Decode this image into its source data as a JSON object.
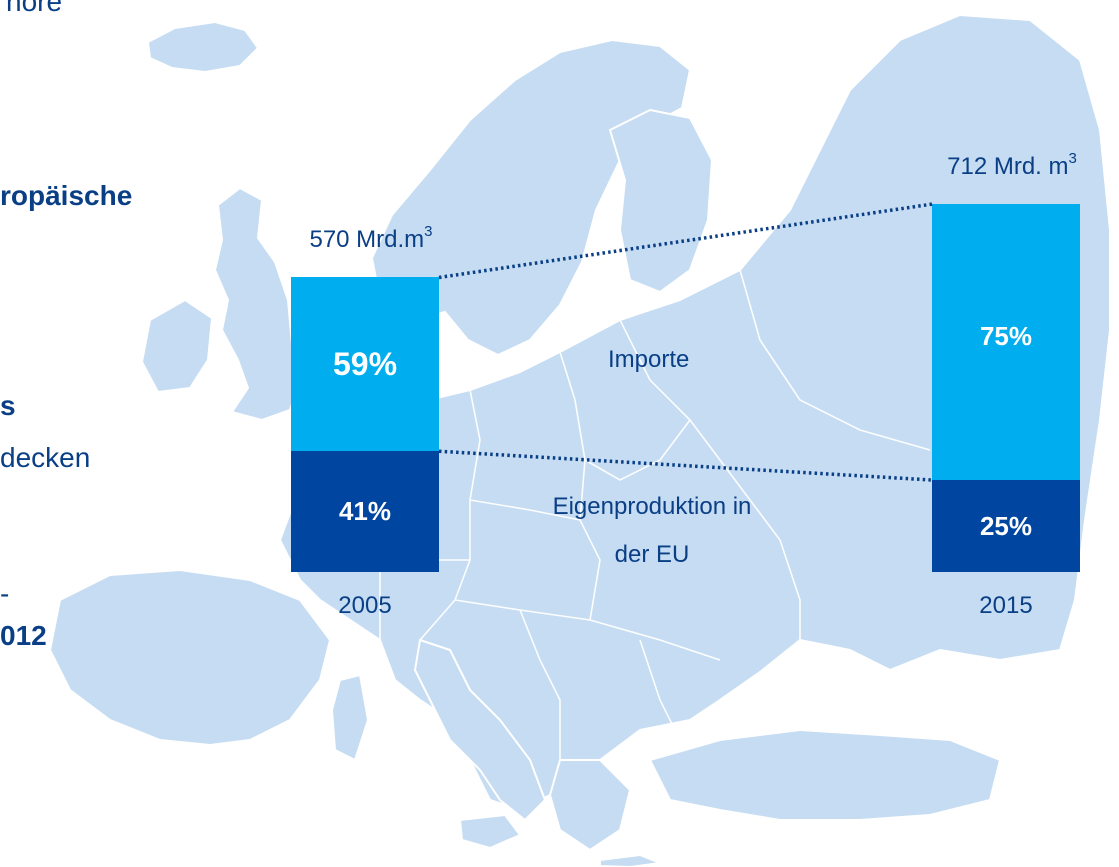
{
  "colors": {
    "map_fill": "#c5dcf2",
    "map_border": "#ffffff",
    "import_color": "#00adee",
    "production_color": "#0046a0",
    "text_color": "#0a3f86",
    "connector_color": "#0a3f86"
  },
  "side_text": {
    "line1": "nore",
    "line2": "ropäische",
    "line3": "s",
    "line4": "decken",
    "line5": "-",
    "line6": "012"
  },
  "annotations": {
    "imports": "Importe",
    "production_line1": "Eigenproduktion in",
    "production_line2": "der EU"
  },
  "chart_data": {
    "type": "bar",
    "stacked": true,
    "categories": [
      "2005",
      "2015"
    ],
    "totals": [
      {
        "value": 570,
        "label": "570 Mrd.m",
        "unit_exponent": "3"
      },
      {
        "value": 712,
        "label": "712 Mrd. m",
        "unit_exponent": "3"
      }
    ],
    "series": [
      {
        "name": "Importe",
        "values": [
          59,
          75
        ],
        "labels": [
          "59%",
          "75%"
        ],
        "color": "#00adee"
      },
      {
        "name": "Eigenproduktion in der EU",
        "values": [
          41,
          25
        ],
        "labels": [
          "41%",
          "25%"
        ],
        "color": "#0046a0"
      }
    ],
    "connector_lines": "dotted",
    "grid": false,
    "legend": "none"
  }
}
